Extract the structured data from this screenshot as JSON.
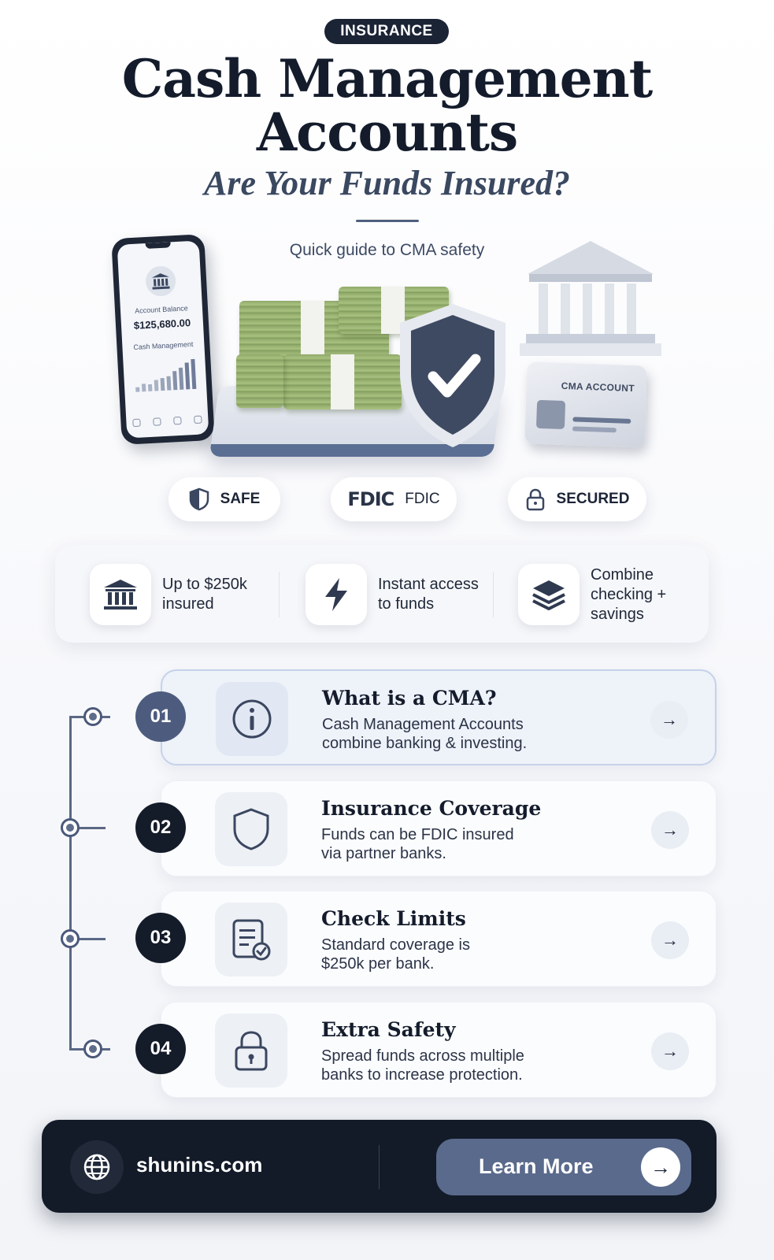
{
  "header": {
    "badge": "INSURANCE",
    "title_line1": "Cash Management",
    "title_line2": "Accounts",
    "subtitle": "Are Your Funds Insured?",
    "guide": "Quick guide to CMA safety"
  },
  "hero": {
    "phone_label_balance": "Account Balance",
    "phone_balance": "$125,680.00",
    "phone_label_section": "Cash Management",
    "card_label": "CMA ACCOUNT"
  },
  "pills": [
    {
      "icon": "shield-icon",
      "label": "SAFE"
    },
    {
      "icon": "fdic-logo",
      "logo": "FDIC",
      "label": "FDIC"
    },
    {
      "icon": "lock-icon",
      "label": "SECURED"
    }
  ],
  "features": [
    {
      "icon": "bank-icon",
      "text": "Up to $250k\ninsured"
    },
    {
      "icon": "lightning-icon",
      "text": "Instant access\nto funds"
    },
    {
      "icon": "layers-icon",
      "text": "Combine\nchecking +\nsavings"
    }
  ],
  "steps": [
    {
      "number": "01",
      "icon": "info-icon",
      "title": "What is a CMA?",
      "description": "Cash Management Accounts\ncombine banking & investing.",
      "active": true
    },
    {
      "number": "02",
      "icon": "shield-icon",
      "title": "Insurance Coverage",
      "description": "Funds can be FDIC insured\nvia partner banks.",
      "active": false
    },
    {
      "number": "03",
      "icon": "checklist-icon",
      "title": "Check Limits",
      "description": "Standard coverage is\n$250k per bank.",
      "active": false
    },
    {
      "number": "04",
      "icon": "lock-icon",
      "title": "Extra Safety",
      "description": "Spread funds across multiple\nbanks to increase protection.",
      "active": false
    }
  ],
  "footer": {
    "site": "shunins.com",
    "cta": "Learn More",
    "arrow": "→"
  },
  "colors": {
    "navy": "#141b29",
    "slate_accent": "#5a6a8c",
    "active_step_bg": "#eef2f9"
  }
}
